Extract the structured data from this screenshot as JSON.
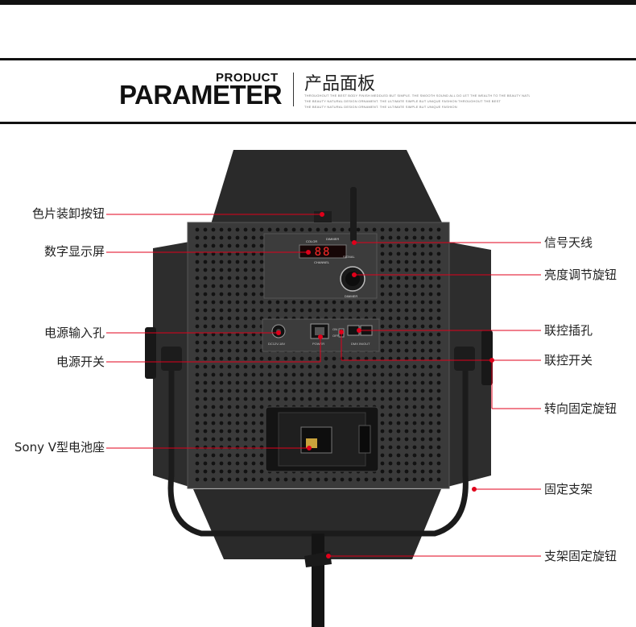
{
  "header": {
    "title_small": "PRODUCT",
    "title_large": "PARAMETER",
    "title_cn": "产品面板",
    "fine_line_1": "THROUGHOUT THE BEST BODY FINISH MEDDLED BUT SIMPLE. THE SMOOTH SOUND ALL DO LET THE WEALTH TO THE BEAUTY NATURAL",
    "fine_line_2": "THE BEAUTY NATURAL DESIGN ORNAMENT. THE ULTIMATE SIMPLE BUT UNIQUE FASHION THROUGHOUT THE BEST",
    "fine_line_3": "THE BEAUTY NATURAL DESIGN ORNAMENT. THE ULTIMATE SIMPLE BUT UNIQUE FASHION"
  },
  "device": {
    "display_caption_left": "COLOR",
    "display_caption_right": "DIMMER",
    "display_caption_bottom": "CHANNEL",
    "display_value": "88",
    "knob_label": "DIMMER",
    "antenna_label": "SIGNAL",
    "dc_label": "DC12V-18V",
    "power_label": "POWER",
    "dmx_label": "DMX IN/OUT",
    "switch_on": "ON",
    "switch_off": "OFF"
  },
  "callouts": {
    "left": [
      {
        "label": "色片装卸按钮"
      },
      {
        "label": "数字显示屏"
      },
      {
        "label": "电源输入孔"
      },
      {
        "label": "电源开关"
      },
      {
        "label": "Sony V型电池座"
      }
    ],
    "right": [
      {
        "label": "信号天线"
      },
      {
        "label": "亮度调节旋钮"
      },
      {
        "label": "联控插孔"
      },
      {
        "label": "联控开关"
      },
      {
        "label": "转向固定旋钮"
      },
      {
        "label": "固定支架"
      },
      {
        "label": "支架固定旋钮"
      }
    ]
  },
  "colors": {
    "accent": "#e0001b",
    "panel": "#3a3a3a",
    "barndoor": "#2a2a2a",
    "display_red": "#ff2a2a"
  }
}
